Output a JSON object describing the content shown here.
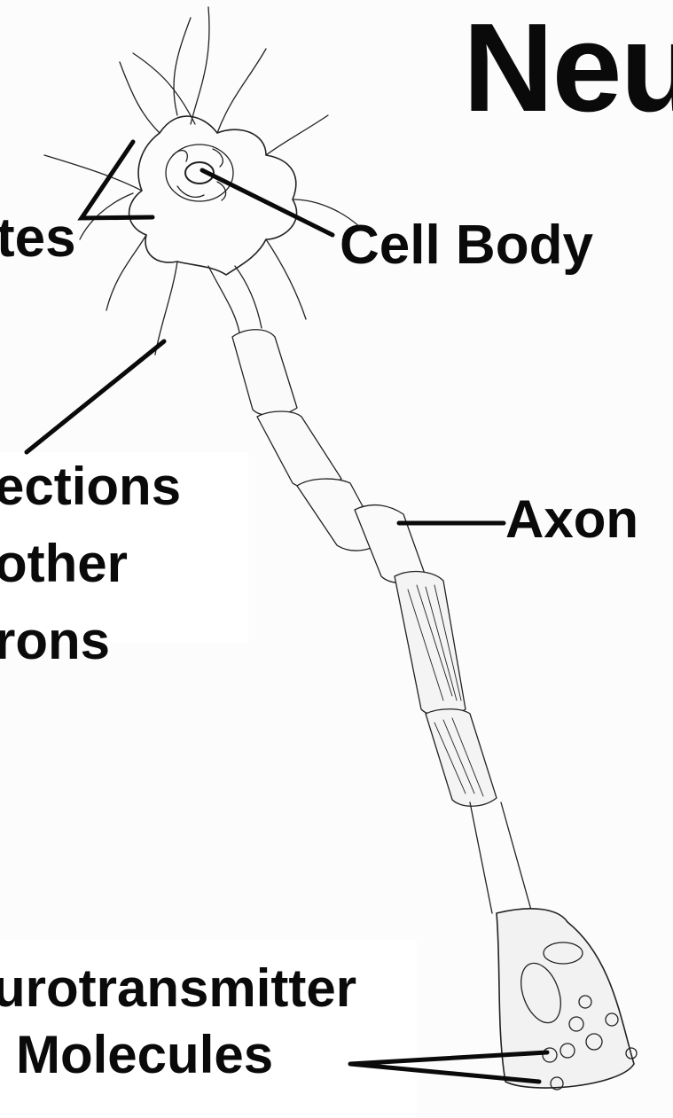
{
  "title": "Neu",
  "labels": {
    "dendrites": "tes",
    "cell_body": "Cell Body",
    "connections": [
      "ections",
      "other",
      "rons"
    ],
    "axon": "Axon",
    "neurotransmitter": "urotransmitter",
    "molecules": "Molecules"
  },
  "colors": {
    "ink": "#0a0a0a",
    "paper": "#fcfcfc",
    "shade": "#d9d9d9"
  }
}
